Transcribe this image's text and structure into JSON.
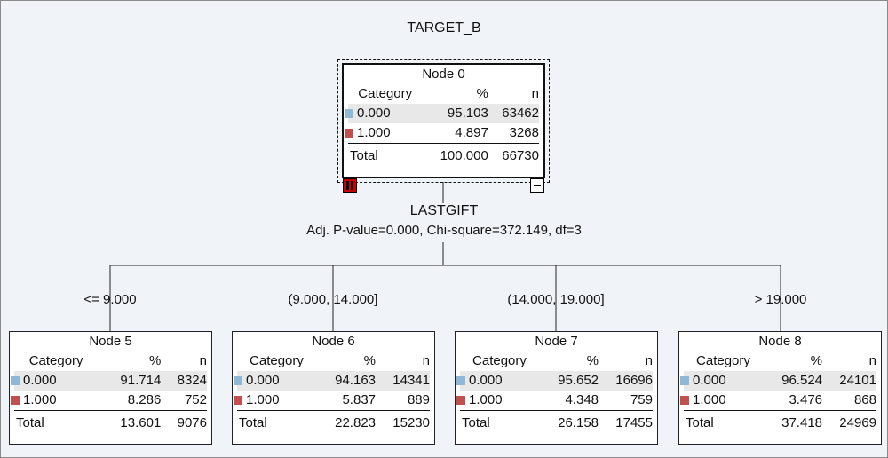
{
  "title": "TARGET_B",
  "split": {
    "variable": "LASTGIFT",
    "stats": "Adj. P-value=0.000, Chi-square=372.149, df=3"
  },
  "headers": {
    "category": "Category",
    "percent": "%",
    "n": "n"
  },
  "total_label": "Total",
  "colors": {
    "cat0": "#8fb8d6",
    "cat1": "#c0504d"
  },
  "root": {
    "title": "Node 0",
    "rows": [
      {
        "cat": "0.000",
        "pct": "95.103",
        "n": "63462"
      },
      {
        "cat": "1.000",
        "pct": "4.897",
        "n": "3268"
      }
    ],
    "total": {
      "pct": "100.000",
      "n": "66730"
    }
  },
  "branches": [
    "<= 9.000",
    "(9.000, 14.000]",
    "(14.000, 19.000]",
    "> 19.000"
  ],
  "children": [
    {
      "title": "Node 5",
      "rows": [
        {
          "cat": "0.000",
          "pct": "91.714",
          "n": "8324"
        },
        {
          "cat": "1.000",
          "pct": "8.286",
          "n": "752"
        }
      ],
      "total": {
        "pct": "13.601",
        "n": "9076"
      }
    },
    {
      "title": "Node 6",
      "rows": [
        {
          "cat": "0.000",
          "pct": "94.163",
          "n": "14341"
        },
        {
          "cat": "1.000",
          "pct": "5.837",
          "n": "889"
        }
      ],
      "total": {
        "pct": "22.823",
        "n": "15230"
      }
    },
    {
      "title": "Node 7",
      "rows": [
        {
          "cat": "0.000",
          "pct": "95.652",
          "n": "16696"
        },
        {
          "cat": "1.000",
          "pct": "4.348",
          "n": "759"
        }
      ],
      "total": {
        "pct": "26.158",
        "n": "17455"
      }
    },
    {
      "title": "Node 8",
      "rows": [
        {
          "cat": "0.000",
          "pct": "96.524",
          "n": "24101"
        },
        {
          "cat": "1.000",
          "pct": "3.476",
          "n": "868"
        }
      ],
      "total": {
        "pct": "37.418",
        "n": "24969"
      }
    }
  ]
}
